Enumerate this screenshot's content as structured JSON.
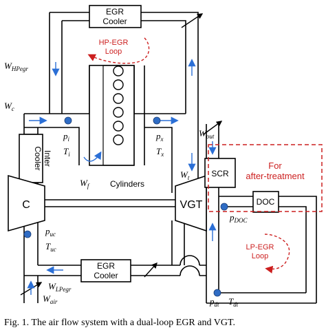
{
  "colors": {
    "line": "#000000",
    "flow_arrow": "#2b6fd6",
    "sensor_dot": "#2f6cc4",
    "accent_red": "#cc1f1f",
    "background": "#ffffff"
  },
  "components": {
    "egr_cooler_top": [
      "EGR",
      "Cooler"
    ],
    "egr_cooler_bottom": [
      "EGR",
      "Cooler"
    ],
    "inter_cooler": [
      "Inter",
      "Cooler"
    ],
    "compressor": "C",
    "turbine": "VGT",
    "scr": "SCR",
    "doc": "DOC",
    "cylinders": "Cylinders"
  },
  "loops": {
    "hp_egr": [
      "HP-EGR",
      "Loop"
    ],
    "lp_egr": [
      "LP-EGR",
      "Loop"
    ]
  },
  "aftertreatment": [
    "For",
    "after-treatment"
  ],
  "variables": {
    "w_hpegr": {
      "main": "W",
      "sub": "HPegr"
    },
    "w_c": {
      "main": "W",
      "sub": "c"
    },
    "p_i": {
      "main": "p",
      "sub": "i"
    },
    "t_i": {
      "main": "T",
      "sub": "i"
    },
    "w_f": {
      "main": "W",
      "sub": "f"
    },
    "p_x": {
      "main": "p",
      "sub": "x"
    },
    "t_x": {
      "main": "T",
      "sub": "x"
    },
    "w_t": {
      "main": "W",
      "sub": "t"
    },
    "w_out": {
      "main": "W",
      "sub": "out"
    },
    "p_doc": {
      "main": "p",
      "sub": "DOC"
    },
    "p_uc": {
      "main": "p",
      "sub": "uc"
    },
    "t_uc": {
      "main": "T",
      "sub": "uc"
    },
    "w_lpegr": {
      "main": "W",
      "sub": "LPegr"
    },
    "w_air": {
      "main": "W",
      "sub": "air"
    },
    "p_dt": {
      "main": "p",
      "sub": "dt"
    },
    "t_dt": {
      "main": "T",
      "sub": "dt"
    }
  },
  "caption": "Fig. 1.  The air flow system with a dual-loop EGR and VGT."
}
